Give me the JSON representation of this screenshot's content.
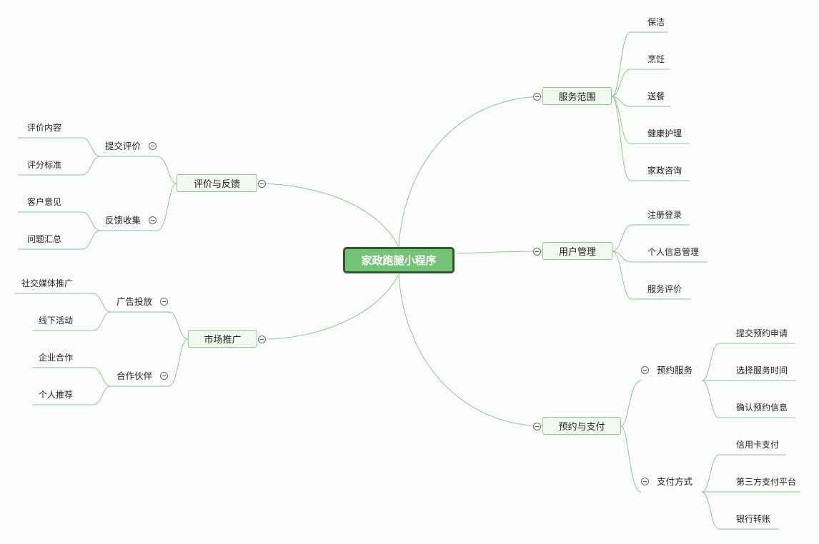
{
  "mindmap": {
    "root": "家政跑腿小程序",
    "branches": {
      "service_scope": {
        "label": "服务范围",
        "items": [
          "保洁",
          "烹饪",
          "送餐",
          "健康护理",
          "家政咨询"
        ]
      },
      "user_management": {
        "label": "用户管理",
        "items": [
          "注册登录",
          "个人信息管理",
          "服务评价"
        ]
      },
      "booking_payment": {
        "label": "预约与支付",
        "groups": [
          {
            "label": "预约服务",
            "items": [
              "提交预约申请",
              "选择服务时间",
              "确认预约信息"
            ]
          },
          {
            "label": "支付方式",
            "items": [
              "信用卡支付",
              "第三方支付平台",
              "银行转账"
            ]
          }
        ]
      },
      "review_feedback": {
        "label": "评价与反馈",
        "groups": [
          {
            "label": "提交评价",
            "items": [
              "评价内容",
              "评分标准"
            ]
          },
          {
            "label": "反馈收集",
            "items": [
              "客户意见",
              "问题汇总"
            ]
          }
        ]
      },
      "marketing": {
        "label": "市场推广",
        "groups": [
          {
            "label": "广告投放",
            "items": [
              "社交媒体推广",
              "线下活动"
            ]
          },
          {
            "label": "合作伙伴",
            "items": [
              "企业合作",
              "个人推荐"
            ]
          }
        ]
      }
    },
    "colors": {
      "root_fill": "#74c475",
      "root_border": "#2f5a31",
      "node_fill": "#f0f8ef",
      "line": "#8bc98c"
    }
  }
}
